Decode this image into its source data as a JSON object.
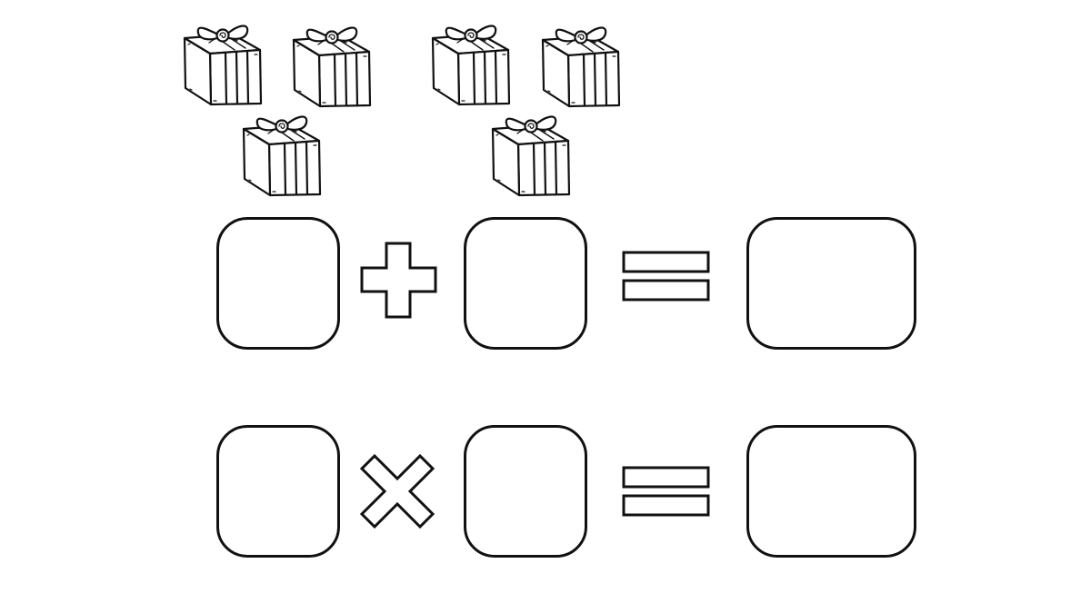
{
  "worksheet": {
    "groups": [
      {
        "name": "left-group",
        "gift_count": 3
      },
      {
        "name": "right-group",
        "gift_count": 3
      }
    ],
    "equations": [
      {
        "operator": "plus-sign-icon",
        "result_label": "equals-sign-icon"
      },
      {
        "operator": "times-sign-icon",
        "result_label": "equals-sign-icon"
      }
    ]
  },
  "colors": {
    "stroke": "#111111",
    "background": "#ffffff"
  }
}
